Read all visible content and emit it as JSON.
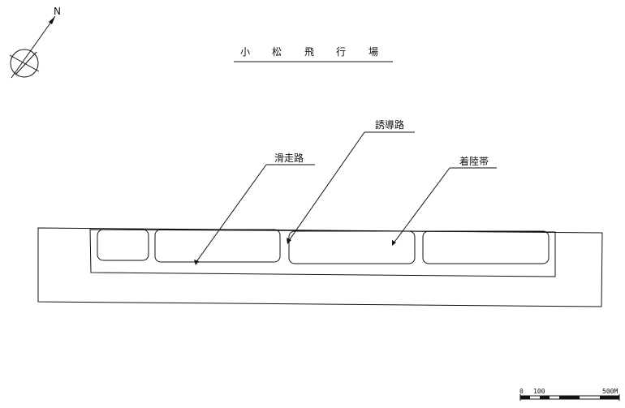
{
  "title": {
    "chars": [
      "小",
      "松",
      "飛",
      "行",
      "場"
    ]
  },
  "north_arrow": {
    "label": "N",
    "icon": "north-arrow-icon"
  },
  "leaders": {
    "runway": "滑走路",
    "taxiway": "誘導路",
    "landing_strip": "着陸帯"
  },
  "scale_bar": {
    "labels": [
      "0",
      "100",
      "500M"
    ]
  },
  "colors": {
    "line": "#111111",
    "background": "#ffffff"
  }
}
